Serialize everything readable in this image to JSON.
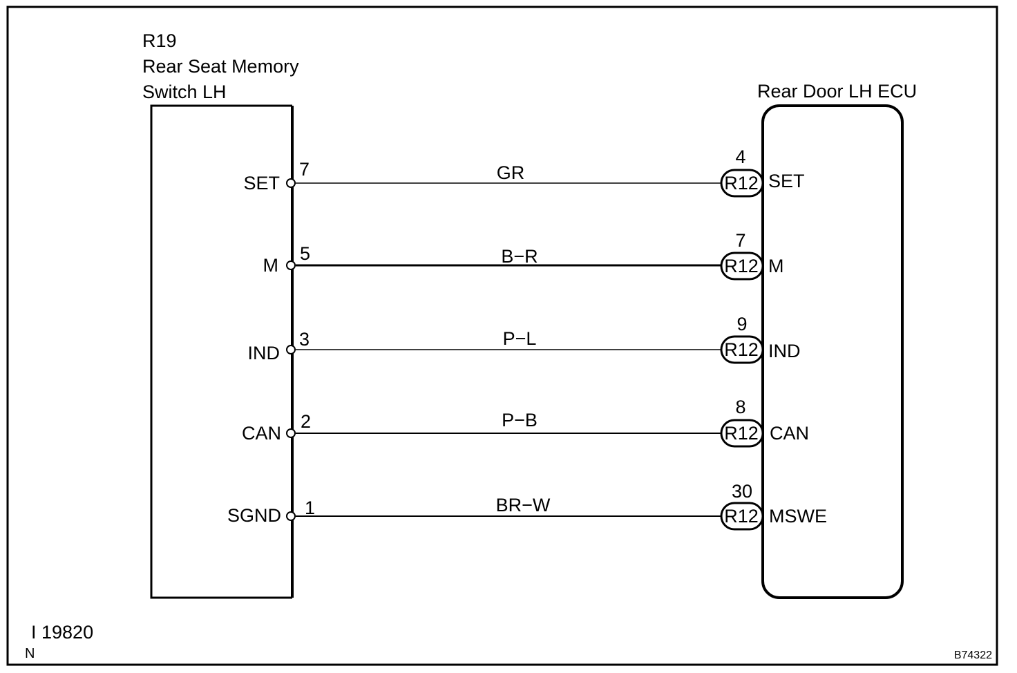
{
  "left_component": {
    "code": "R19",
    "name_line1": "Rear Seat Memory",
    "name_line2": "Switch LH"
  },
  "right_component": {
    "name": "Rear Door LH ECU"
  },
  "wires": [
    {
      "left_label": "SET",
      "left_pin": "7",
      "color": "GR",
      "connector": "R12",
      "right_pin": "4",
      "right_label": "SET"
    },
    {
      "left_label": "M",
      "left_pin": "5",
      "color": "B−R",
      "connector": "R12",
      "right_pin": "7",
      "right_label": "M"
    },
    {
      "left_label": "IND",
      "left_pin": "3",
      "color": "P−L",
      "connector": "R12",
      "right_pin": "9",
      "right_label": "IND"
    },
    {
      "left_label": "CAN",
      "left_pin": "2",
      "color": "P−B",
      "connector": "R12",
      "right_pin": "8",
      "right_label": "CAN"
    },
    {
      "left_label": "SGND",
      "left_pin": "1",
      "color": "BR−W",
      "connector": "R12",
      "right_pin": "30",
      "right_label": "MSWE"
    }
  ],
  "footer": {
    "code": "I 19820",
    "marker": "N",
    "figure_id": "B74322"
  }
}
